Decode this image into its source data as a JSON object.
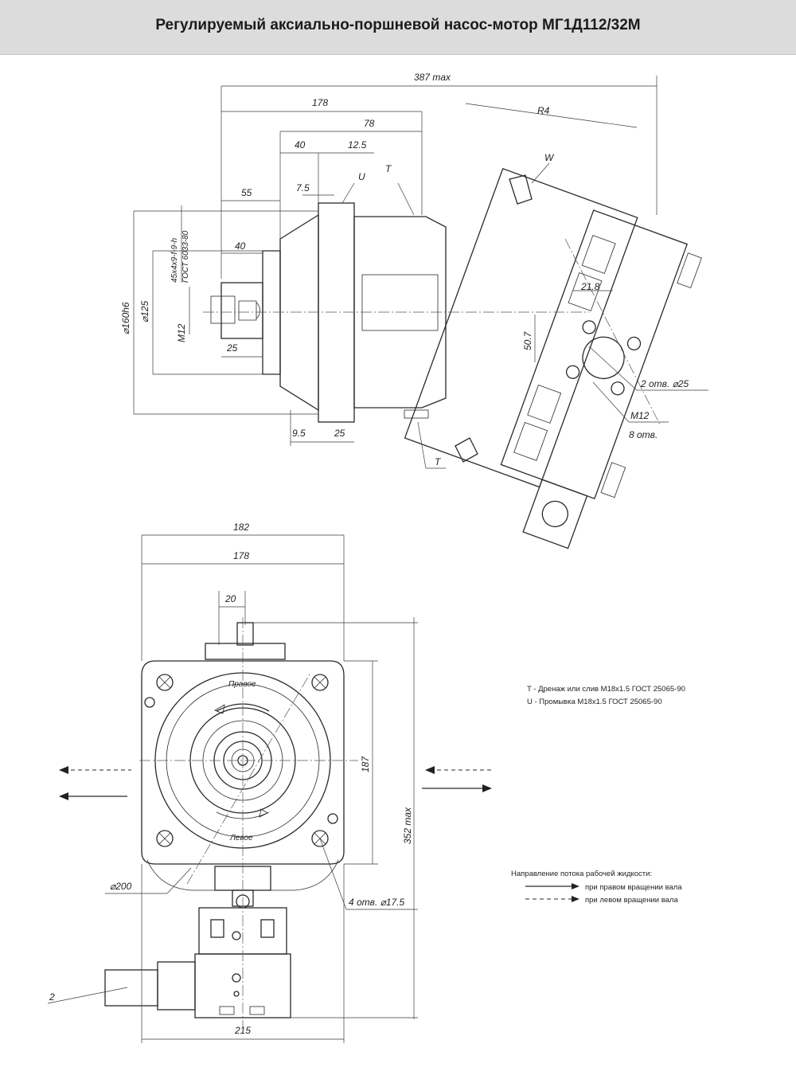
{
  "title": "Регулируемый аксиально-поршневой насос-мотор МГ1Д112/32М",
  "top_view": {
    "dims": {
      "d387": "387 max",
      "d178": "178",
      "d78": "78",
      "d40": "40",
      "d125": "12.5",
      "d55": "55",
      "d75": "7.5",
      "d40b": "40",
      "d95": "9.5",
      "d25": "25",
      "d25b": "25",
      "dia160": "⌀160h6",
      "dia125": "⌀125",
      "m12": "M12",
      "spline1": "45x4x9-f-9-h",
      "spline2": "ГОСТ 6033-80",
      "r4": "R4",
      "d218": "21.8",
      "d507": "50.7",
      "holes2": "2 отв. ⌀25",
      "m12b": "M12",
      "holes8": "8 отв.",
      "port_u": "U",
      "port_t": "T",
      "port_t2": "T",
      "port_w": "W"
    }
  },
  "front_view": {
    "dims": {
      "d182": "182",
      "d178": "178",
      "d20": "20",
      "d187": "187",
      "d352": "352 max",
      "dia200": "⌀200",
      "holes4": "4 отв. ⌀17.5",
      "d215": "215",
      "label_2": "2",
      "pravoe": "Правое",
      "levoe": "Левое"
    }
  },
  "legend_ports": {
    "t": "T - Дренаж или слив M18x1.5 ГОСТ 25065-90",
    "u": "U - Промывка M18x1.5 ГОСТ 25065-90"
  },
  "legend_flow": {
    "title": "Направление потока рабочей жидкости:",
    "right": "при правом вращении вала",
    "left": "при левом вращении вала"
  }
}
